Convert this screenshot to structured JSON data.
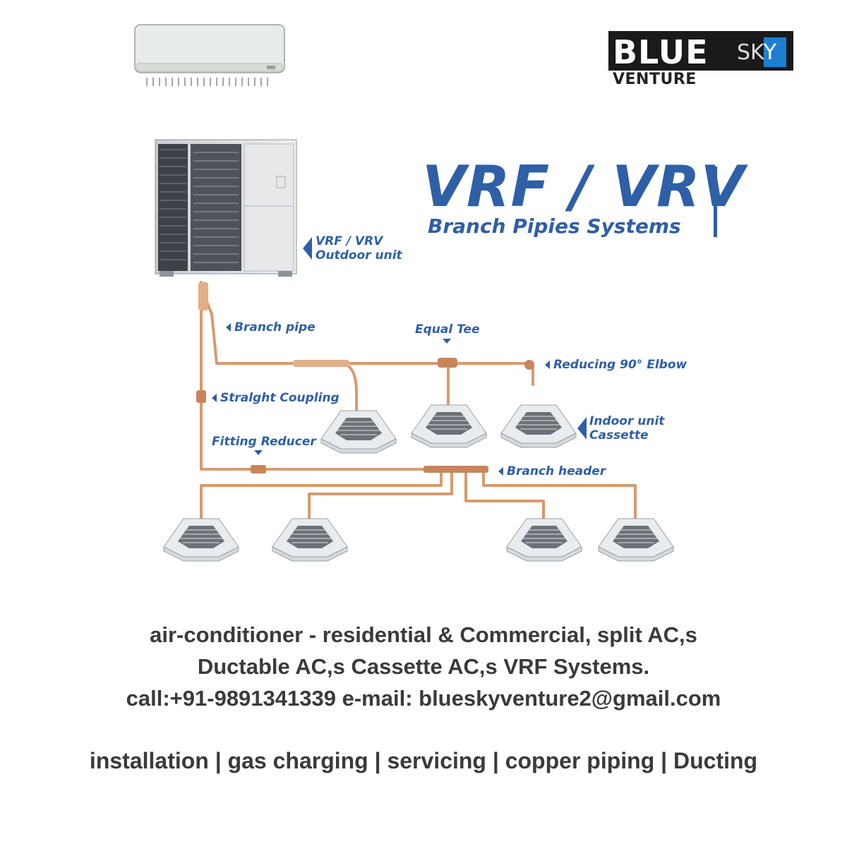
{
  "logo": {
    "word1": "BLUE",
    "word2": "SK",
    "word2_last": "Y",
    "sub": "VENTURE"
  },
  "diagram": {
    "title": "VRF / VRV",
    "subtitle": "Branch Pipies Systems",
    "labels": {
      "outdoor_line1": "VRF / VRV",
      "outdoor_line2": "Outdoor unit",
      "branch_pipe": "Branch pipe",
      "equal_tee": "Equal Tee",
      "reducing_elbow": "Reducing 90° Elbow",
      "straight_coupling": "Stralght Coupling",
      "indoor_line1": "Indoor unit",
      "indoor_line2": "Cassette",
      "fitting_reducer": "Fitting Reducer",
      "branch_header": "Branch header"
    }
  },
  "footer": {
    "line1": "air-conditioner - residential & Commercial, split AC,s",
    "line2": "Ductable AC,s Cassette AC,s VRF Systems.",
    "line3": "call:+91-9891341339 e-mail: blueskyventure2@gmail.com",
    "services": "installation | gas charging | servicing | copper piping | Ducting"
  },
  "colors": {
    "accent_blue": "#2f5fa6",
    "copper": "#d99a6c",
    "logo_blue": "#1e7fd1",
    "text_dark": "#3a3a3a"
  },
  "icons": [
    "split-ac-icon",
    "outdoor-unit-icon",
    "cassette-unit-icon"
  ]
}
